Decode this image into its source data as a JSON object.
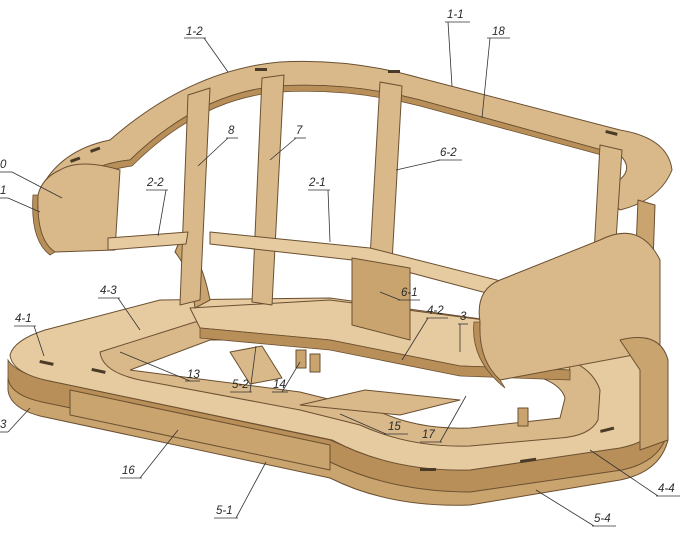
{
  "diagram": {
    "labels": [
      {
        "id": "1-1",
        "text": "1-1"
      },
      {
        "id": "18",
        "text": "18"
      },
      {
        "id": "1-2",
        "text": "1-2"
      },
      {
        "id": "8",
        "text": "8"
      },
      {
        "id": "7",
        "text": "7"
      },
      {
        "id": "6-2",
        "text": "6-2"
      },
      {
        "id": "0",
        "text": "0"
      },
      {
        "id": "1",
        "text": "1"
      },
      {
        "id": "2-2",
        "text": "2-2"
      },
      {
        "id": "2-1",
        "text": "2-1"
      },
      {
        "id": "6-1",
        "text": "6-1"
      },
      {
        "id": "4-3",
        "text": "4-3"
      },
      {
        "id": "4-2",
        "text": "4-2"
      },
      {
        "id": "3",
        "text": "3"
      },
      {
        "id": "4-1",
        "text": "4-1"
      },
      {
        "id": "13",
        "text": "13"
      },
      {
        "id": "5-2",
        "text": "5-2"
      },
      {
        "id": "14",
        "text": "14"
      },
      {
        "id": "3b",
        "text": "3"
      },
      {
        "id": "15",
        "text": "15"
      },
      {
        "id": "17",
        "text": "17"
      },
      {
        "id": "16",
        "text": "16"
      },
      {
        "id": "5-1",
        "text": "5-1"
      },
      {
        "id": "4-4",
        "text": "4-4"
      },
      {
        "id": "5-4",
        "text": "5-4"
      }
    ]
  },
  "colors": {
    "plywood": "#d9b98a",
    "plywood_dark": "#c9a46f",
    "plywood_light": "#e6caa0",
    "outline": "#6b5031"
  }
}
